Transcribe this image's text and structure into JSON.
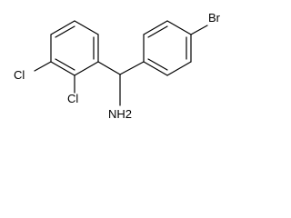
{
  "molecule": {
    "atoms": {
      "bromine": "Br",
      "chlorine_3": "Cl",
      "chlorine_2": "Cl",
      "amine": "NH2"
    }
  },
  "colors": {
    "bond": "#000000",
    "label": "#000000",
    "background": "#ffffff"
  }
}
